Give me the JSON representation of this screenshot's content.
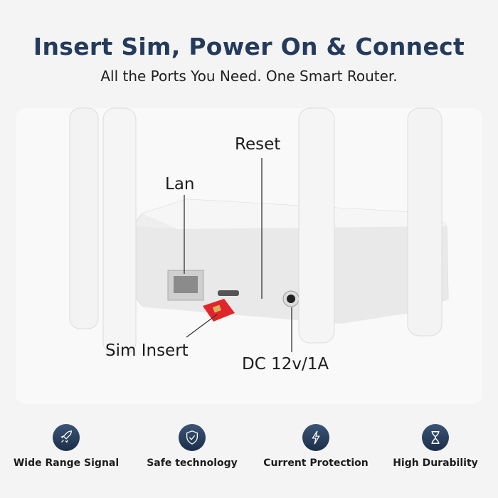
{
  "header": {
    "title": "Insert Sim, Power On & Connect",
    "subtitle": "All the Ports You Need. One Smart Router."
  },
  "callouts": {
    "reset": "Reset",
    "lan": "Lan",
    "sim": "Sim Insert",
    "dc": "DC 12v/1A"
  },
  "features": [
    {
      "label": "Wide Range Signal",
      "icon": "rocket-icon"
    },
    {
      "label": "Safe technology",
      "icon": "shield-check-icon"
    },
    {
      "label": "Current Protection",
      "icon": "lightning-icon"
    },
    {
      "label": "High Durability",
      "icon": "hourglass-icon"
    }
  ],
  "colors": {
    "title": "#243b5c",
    "icon_bg": "#2b4262",
    "sim_card": "#e0262b"
  }
}
